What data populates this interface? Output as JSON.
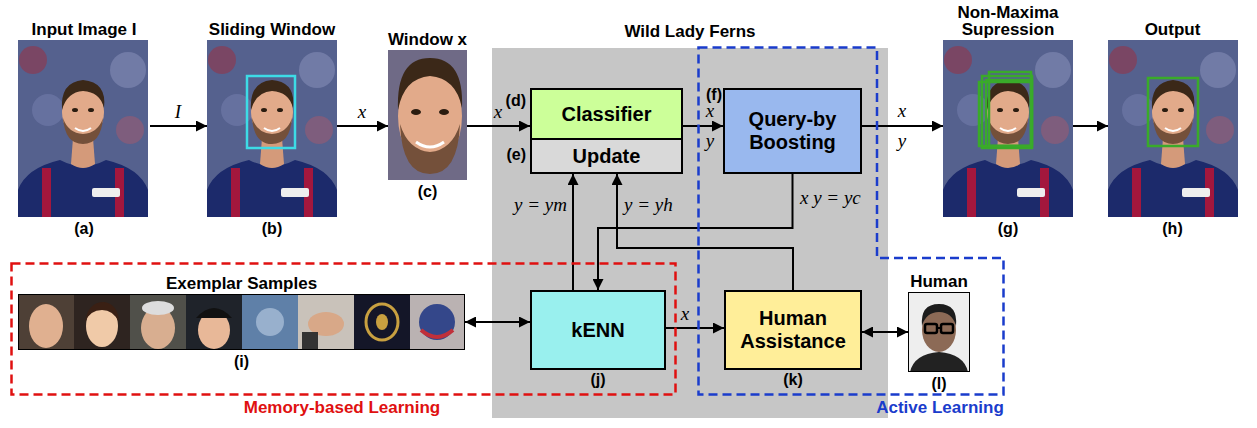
{
  "diagram": {
    "nodes": [
      {
        "text": [
          "Input Image I",
          "(a)"
        ]
      },
      {
        "text": [
          "Sliding Window",
          "(b)"
        ]
      },
      {
        "text": [
          "Window x",
          "(c)"
        ]
      },
      {
        "text": [
          "Wild Lady Ferns"
        ]
      },
      {
        "text": [
          "Classifier",
          "(d)"
        ],
        "in": 3
      },
      {
        "text": [
          "Update",
          "(e)"
        ],
        "in": 3
      },
      {
        "text": [
          "Active Learning"
        ]
      },
      {
        "text": [
          "Query-by Boosting",
          "(f)"
        ],
        "in": 3
      },
      {
        "text": [
          "Non-Maxima Supression",
          "(g)"
        ]
      },
      {
        "text": [
          "Output",
          "(h)"
        ]
      },
      {
        "text": [
          "Memory-based Learning"
        ]
      },
      {
        "text": [
          "Exemplar Samples",
          "(i)"
        ],
        "in": 10
      },
      {
        "text": [
          "kENN",
          "(j)"
        ],
        "in": 3
      },
      {
        "text": [
          "Human Assistance",
          "(k)"
        ],
        "in": 3
      },
      {
        "text": [
          "Human",
          "(l)"
        ],
        "in": 6
      }
    ],
    "edges": [
      {
        "from": 0,
        "to": 1,
        "arrow": "to",
        "label": "I"
      },
      {
        "from": 1,
        "to": 2,
        "arrow": "to",
        "label": "x"
      },
      {
        "from": 2,
        "to": 4,
        "arrow": "to",
        "label": "x"
      },
      {
        "from": 4,
        "to": 7,
        "arrow": "to",
        "label": "x y"
      },
      {
        "from": 7,
        "to": 8,
        "arrow": "to",
        "label": "x y"
      },
      {
        "from": 8,
        "to": 9,
        "arrow": "to"
      },
      {
        "from": 7,
        "to": 12,
        "arrow": "to",
        "label": "x y = yc"
      },
      {
        "from": 12,
        "to": 5,
        "arrow": "to",
        "label": "y = ym"
      },
      {
        "from": 13,
        "to": 5,
        "arrow": "to",
        "label": "y = yh"
      },
      {
        "from": 12,
        "to": 13,
        "arrow": "to",
        "label": "x"
      },
      {
        "from": 11,
        "to": 12,
        "arrow": "both"
      },
      {
        "from": 13,
        "to": 14,
        "arrow": "both"
      }
    ]
  }
}
